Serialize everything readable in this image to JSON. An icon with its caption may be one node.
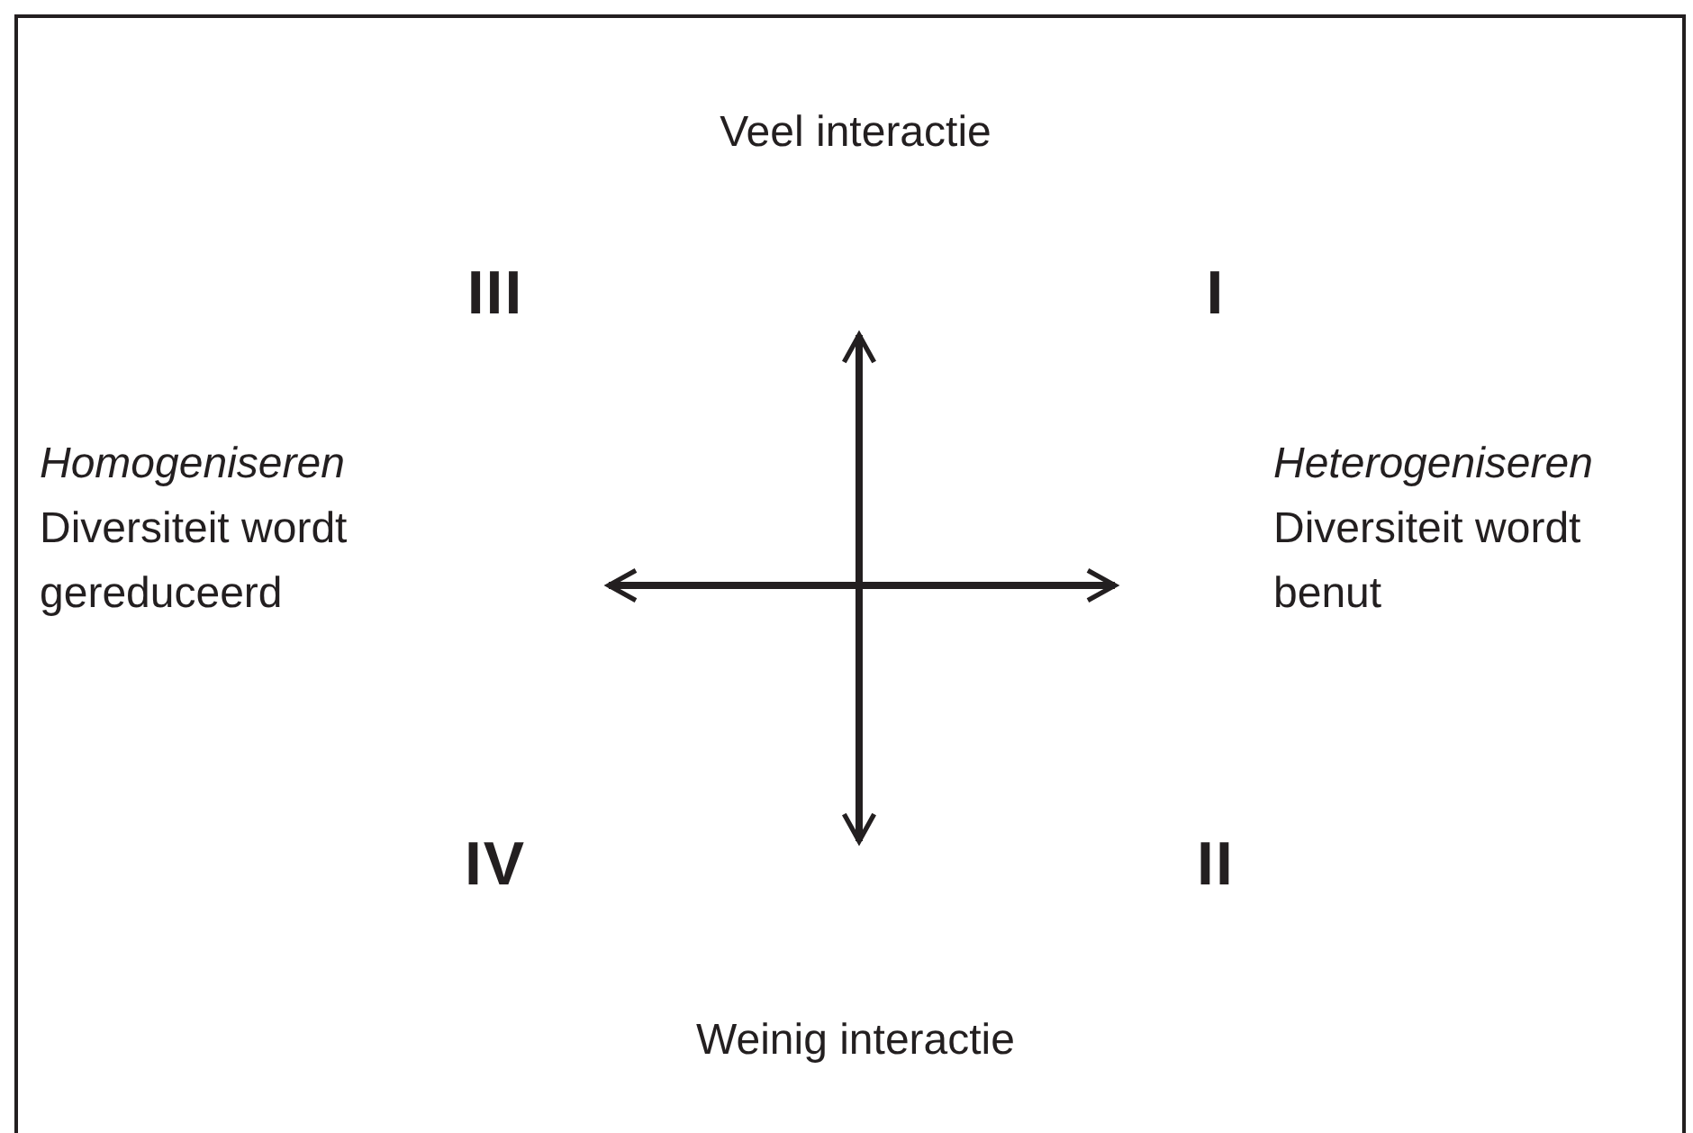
{
  "diagram": {
    "labels": [
      "Veel interactie",
      "III",
      "I",
      "Homogeniseren",
      "Diversiteit wordt gereduceerd",
      "Heterogeniseren",
      "Diversiteit wordt benut",
      "IV",
      "II",
      "Weinig interactie"
    ]
  }
}
